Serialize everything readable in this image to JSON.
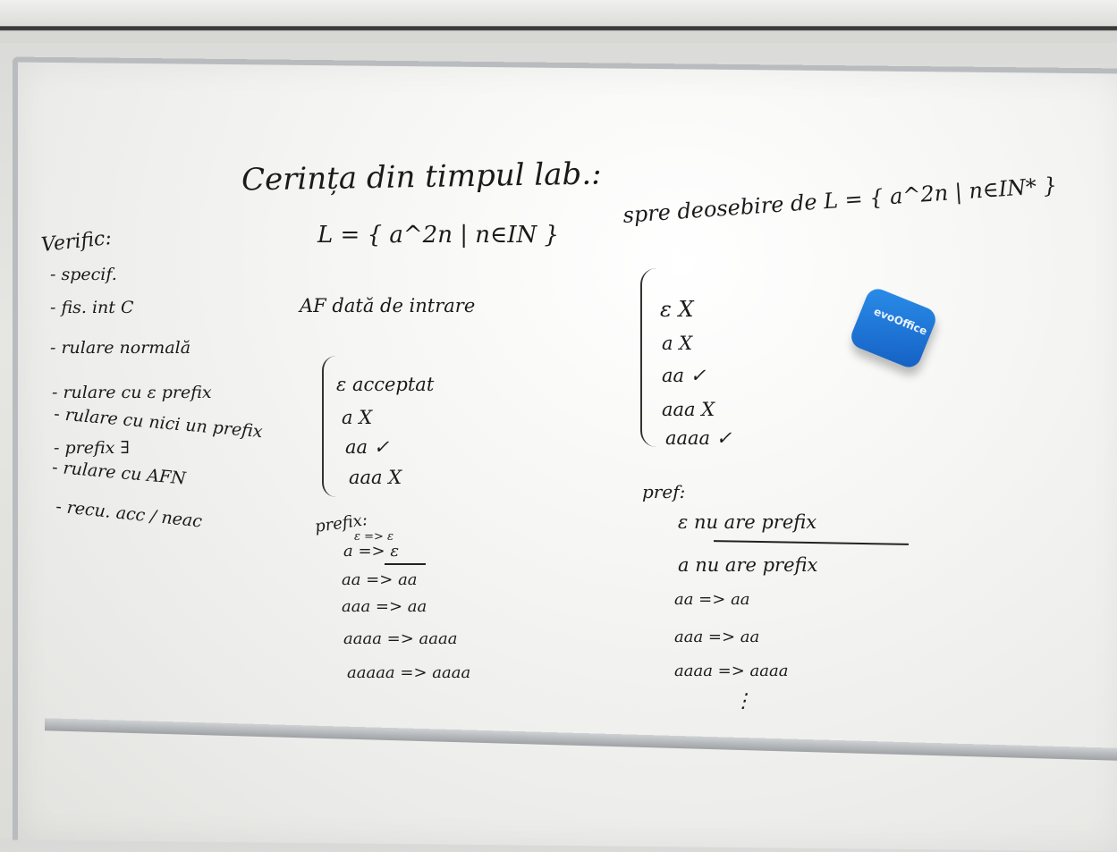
{
  "board": {
    "title": "Cerința din timpul lab.:",
    "left_column": {
      "heading": "Verific:",
      "items": [
        "- specif.",
        "- fis. int C",
        "- rulare normală",
        "- rulare cu ε prefix",
        "- rulare cu nici un prefix",
        "- prefix ∃",
        "- rulare cu AFN",
        "- recu. acc / neac"
      ]
    },
    "middle_column": {
      "language": "L = { a^2n | n∈IN }",
      "af_label": "AF dată de intrare",
      "cases": [
        "ε acceptat",
        "a X",
        "aa ✓",
        "aaa X"
      ],
      "prefix_heading": "prefix:",
      "prefix_rows": [
        "ε => ε",
        "a => ε",
        "aa => aa",
        "aaa => aa",
        "aaaa => aaaa",
        "aaaaa => aaaa"
      ]
    },
    "right_column": {
      "language": "spre deosebire de L = { a^2n | n∈IN* }",
      "cases": [
        "ε X",
        "a X",
        "aa ✓",
        "aaa X",
        "aaaa ✓"
      ],
      "pref_heading": "pref:",
      "pref_rows": [
        "ε nu are prefix",
        "a nu are prefix",
        "aa => aa",
        "aaa => aa",
        "aaaa => aaaa",
        "⋮"
      ]
    }
  },
  "eraser_label": "evoOffice",
  "colors": {
    "ink": "#1a1a1a",
    "eraser": "#1e74d6",
    "frame": "#b9bcbf"
  }
}
